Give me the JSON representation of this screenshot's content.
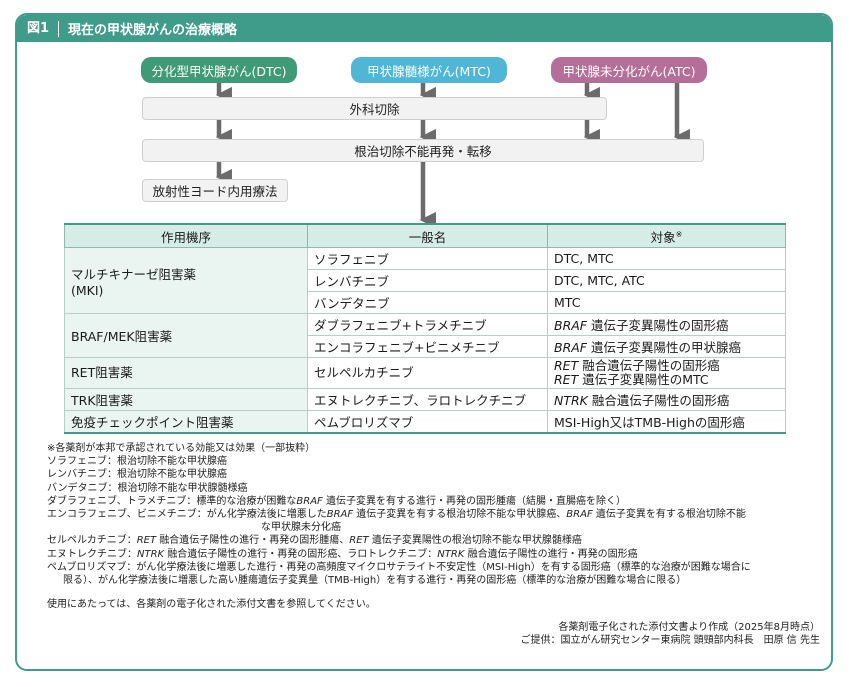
{
  "header": {
    "fig_label": "図1",
    "title": "現在の甲状腺がんの治療概略"
  },
  "flow": {
    "dtc": "分化型甲状腺がん(DTC)",
    "mtc": "甲状腺髄様がん(MTC)",
    "atc": "甲状腺未分化がん(ATC)",
    "surgery": "外科切除",
    "unresectable": "根治切除不能再発・転移",
    "rai": "放射性ヨード内用療法"
  },
  "colors": {
    "dtc": "#3e9a77",
    "mtc": "#4fb6d6",
    "atc": "#b56e97",
    "accent": "#3f9c8a",
    "arrow": "#6b6b6b"
  },
  "table": {
    "headers": {
      "mechanism": "作用機序",
      "generic": "一般名",
      "target": "対象",
      "target_mark": "※"
    },
    "mki": {
      "category_line1": "マルチキナーゼ阻害薬",
      "category_line2": "(MKI)",
      "rows": [
        {
          "drug": "ソラフェニブ",
          "target": "DTC, MTC"
        },
        {
          "drug": "レンバチニブ",
          "target": "DTC, MTC, ATC"
        },
        {
          "drug": "バンデタニブ",
          "target": "MTC"
        }
      ]
    },
    "braf": {
      "category": "BRAF/MEK阻害薬",
      "rows": [
        {
          "drug": "ダブラフェニブ+トラメチニブ",
          "gene": "BRAF",
          "target": " 遺伝子変異陽性の固形癌"
        },
        {
          "drug": "エンコラフェニブ+ビニメチニブ",
          "gene": "BRAF",
          "target": " 遺伝子変異陽性の甲状腺癌"
        }
      ]
    },
    "ret": {
      "category": "RET阻害薬",
      "drug": "セルペルカチニブ",
      "line1_gene": "RET",
      "line1_text": " 融合遺伝子陽性の固形癌",
      "line2_gene": "RET",
      "line2_text": " 遺伝子変異陽性のMTC"
    },
    "trk": {
      "category": "TRK阻害薬",
      "drug": "エヌトレクチニブ、ラロトレクチニブ",
      "gene": "NTRK",
      "target": " 融合遺伝子陽性の固形癌"
    },
    "checkpoint": {
      "category": "免疫チェックポイント阻害薬",
      "drug": "ペムブロリズマブ",
      "target": "MSI-High又はTMB-Highの固形癌"
    }
  },
  "notes": {
    "n0": "※各薬剤が本邦で承認されている効能又は効果（一部抜粋）",
    "n1": "ソラフェニブ：根治切除不能な甲状腺癌",
    "n2": "レンバチニブ：根治切除不能な甲状腺癌",
    "n3": "バンデタニブ：根治切除不能な甲状腺髄様癌",
    "n4a": "ダブラフェニブ、トラメチニブ：標準的な治療が困難な",
    "n4b": "BRAF",
    "n4c": " 遺伝子変異を有する進行・再発の固形腫瘍（結腸・直腸癌を除く）",
    "n5a": "エンコラフェニブ、ビニメチニブ：がん化学療法後に増悪した",
    "n5b": "BRAF",
    "n5c": " 遺伝子変異を有する根治切除不能な甲状腺癌、",
    "n5d": "BRAF",
    "n5e": " 遺伝子変異を有する根治切除不能",
    "n5f": "な甲状腺未分化癌",
    "n6a": "セルペルカチニブ：",
    "n6b": "RET",
    "n6c": " 融合遺伝子陽性の進行・再発の固形腫瘍、",
    "n6d": "RET",
    "n6e": " 遺伝子変異陽性の根治切除不能な甲状腺髄様癌",
    "n7a": "エヌトレクチニブ：",
    "n7b": "NTRK",
    "n7c": " 融合遺伝子陽性の進行・再発の固形癌、ラロトレクチニブ：",
    "n7d": "NTRK",
    "n7e": " 融合遺伝子陽性の進行・再発の固形癌",
    "n8a": "ペムブロリズマブ：がん化学療法後に増悪した進行・再発の高頻度マイクロサテライト不安定性（MSI-High）を有する固形癌（標準的な治療が困難な場合に",
    "n8b": "限る）、がん化学療法後に増悪した高い腫瘍遺伝子変異量（TMB-High）を有する進行・再発の固形癌（標準的な治療が困難な場合に限る）",
    "n9": "使用にあたっては、各薬剤の電子化された添付文書を参照してください。"
  },
  "credit": {
    "line1": "各薬剤電子化された添付文書より作成（2025年8月時点）",
    "line2": "ご提供：国立がん研究センター東病院 頭頸部内科長　田原 信 先生"
  }
}
